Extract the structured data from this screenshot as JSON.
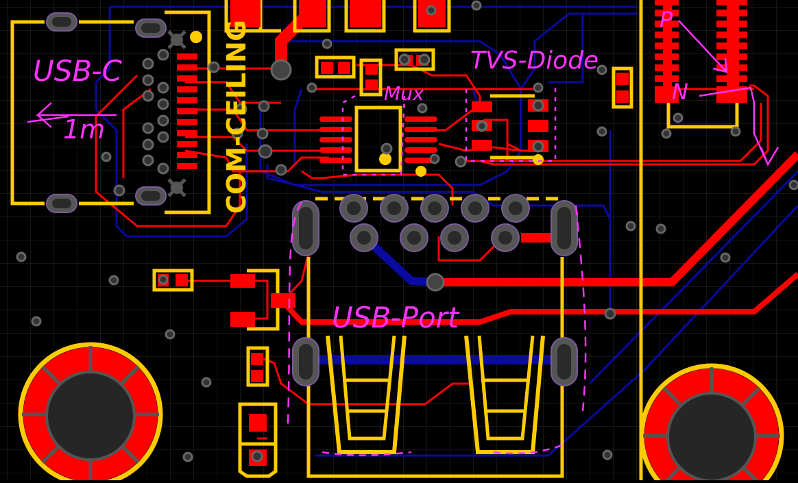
{
  "colors": {
    "background": "#000000",
    "grid": "#2b2b2b",
    "silkscreen": "#ffcc00",
    "top_copper": "#ff0000",
    "bottom_copper": "#0a0aa0",
    "via": "#5a5a5a",
    "annotation": "#ff33ff"
  },
  "board": {
    "silkscreen_label": "COM-CEILING"
  },
  "annotations": {
    "usb_c": "USB-C",
    "usb_c_cable": "1m",
    "mux": "Mux",
    "tvs": "TVS-Diode",
    "usb_port": "USB-Port",
    "small_p": "P",
    "small_n": "N"
  }
}
